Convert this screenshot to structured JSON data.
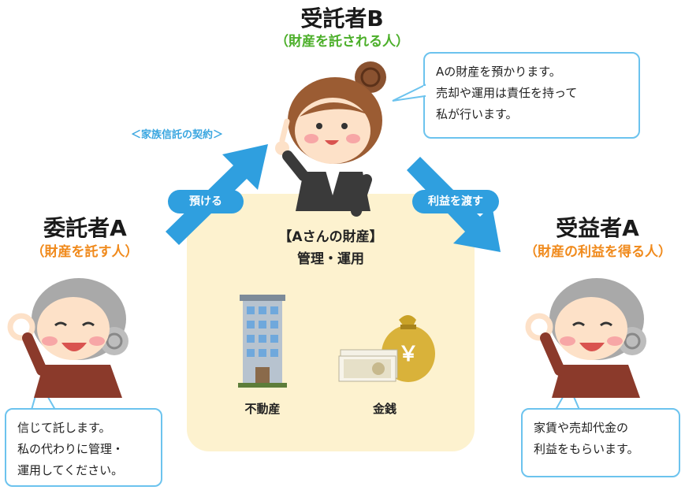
{
  "trustee": {
    "title": "受託者B",
    "subtitle": "（財産を託される人）"
  },
  "settlor": {
    "title": "委託者A",
    "subtitle": "（財産を託す人）"
  },
  "beneficiary": {
    "title": "受益者A",
    "subtitle": "（財産の利益を得る人）"
  },
  "contract_label": "＜家族信託の契約＞",
  "arrows": {
    "entrust": "預ける",
    "deliver_profit": "利益を渡す"
  },
  "trustee_bubble": [
    "Aの財産を預かります。",
    "売却や運用は責任を持って",
    "私が行います。"
  ],
  "settlor_bubble": [
    "信じて託します。",
    "私の代わりに管理・",
    "運用してください。"
  ],
  "beneficiary_bubble": [
    "家賃や売却代金の",
    "利益をもらいます。"
  ],
  "assets": {
    "heading": "【Aさんの財産】",
    "subheading": "管理・運用",
    "real_estate": "不動産",
    "money": "金銭",
    "yen_symbol": "￥"
  },
  "colors": {
    "arrow": "#2f9fdf",
    "bubble_border": "#6cc3ee",
    "asset_box": "#fdf2cf",
    "trustee_subtitle": "#4caf2a",
    "party_subtitle": "#f08a1c"
  }
}
